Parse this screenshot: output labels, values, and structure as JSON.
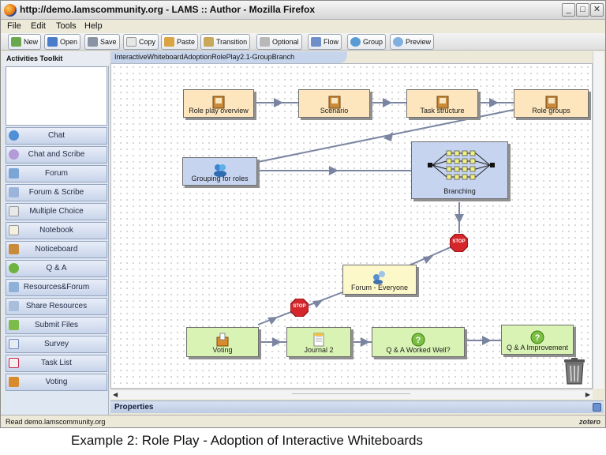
{
  "window": {
    "title": "http://demo.lamscommunity.org - LAMS :: Author - Mozilla Firefox",
    "controls": {
      "minimize": "_",
      "maximize": "□",
      "close": "✕"
    }
  },
  "menu": [
    "File",
    "Edit",
    "Tools",
    "Help"
  ],
  "toolbar": {
    "new": "New",
    "open": "Open",
    "save": "Save",
    "copy": "Copy",
    "paste": "Paste",
    "transition": "Transition",
    "optional": "Optional",
    "flow": "Flow",
    "group": "Group",
    "preview": "Preview"
  },
  "toolkit": {
    "title": "Activities Toolkit",
    "items": [
      {
        "label": "Chat",
        "icon": "chat-icon"
      },
      {
        "label": "Chat and Scribe",
        "icon": "chat-scribe-icon"
      },
      {
        "label": "Forum",
        "icon": "forum-icon"
      },
      {
        "label": "Forum & Scribe",
        "icon": "forum-scribe-icon"
      },
      {
        "label": "Multiple Choice",
        "icon": "multiple-choice-icon"
      },
      {
        "label": "Notebook",
        "icon": "notebook-icon"
      },
      {
        "label": "Noticeboard",
        "icon": "noticeboard-icon"
      },
      {
        "label": "Q & A",
        "icon": "qa-icon"
      },
      {
        "label": "Resources&Forum",
        "icon": "resources-forum-icon"
      },
      {
        "label": "Share Resources",
        "icon": "share-resources-icon"
      },
      {
        "label": "Submit Files",
        "icon": "submit-files-icon"
      },
      {
        "label": "Survey",
        "icon": "survey-icon"
      },
      {
        "label": "Task List",
        "icon": "task-list-icon"
      },
      {
        "label": "Voting",
        "icon": "voting-icon"
      }
    ]
  },
  "design_tab": "InteractiveWhiteboardAdoptionRolePlay2.1-GroupBranch",
  "activities": {
    "role_play_overview": "Role play overview",
    "scenario": "Scenario",
    "task_structure": "Task structure",
    "role_groups": "Role groups",
    "grouping_for_roles": "Grouping for roles",
    "branching": "Branching",
    "forum_everyone": "Forum - Everyone",
    "voting": "Voting",
    "journal_2": "Journal 2",
    "qa_worked_well": "Q & A Worked Well?",
    "qa_improvement": "Q & A Improvement"
  },
  "stop_label": "STOP",
  "properties": "Properties",
  "status": {
    "text": "Read demo.lamscommunity.org",
    "addon": "zotero"
  },
  "caption": "Example 2: Role Play - Adoption of Interactive Whiteboards",
  "colors": {
    "activity_orange": "#fde6bd",
    "activity_blue": "#c6d4f0",
    "activity_green": "#d9f3b4",
    "transition_line": "#7b85a1",
    "stop_red": "#d4262b"
  }
}
